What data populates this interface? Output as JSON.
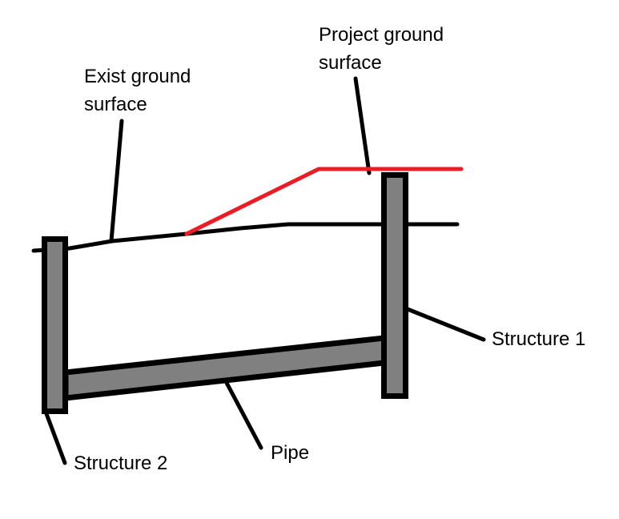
{
  "diagram": {
    "labels": {
      "project_ground": "Project ground\nsurface",
      "exist_ground": "Exist ground\nsurface",
      "structure_1": "Structure 1",
      "structure_2": "Structure 2",
      "pipe": "Pipe"
    },
    "elements": [
      "exist-ground-surface-line",
      "project-ground-surface-line",
      "pipe",
      "structure-1",
      "structure-2"
    ]
  },
  "colors": {
    "accent_red": "#ed1c24",
    "structure_gray": "#808080",
    "line_black": "#000000",
    "background_white": "#ffffff"
  }
}
